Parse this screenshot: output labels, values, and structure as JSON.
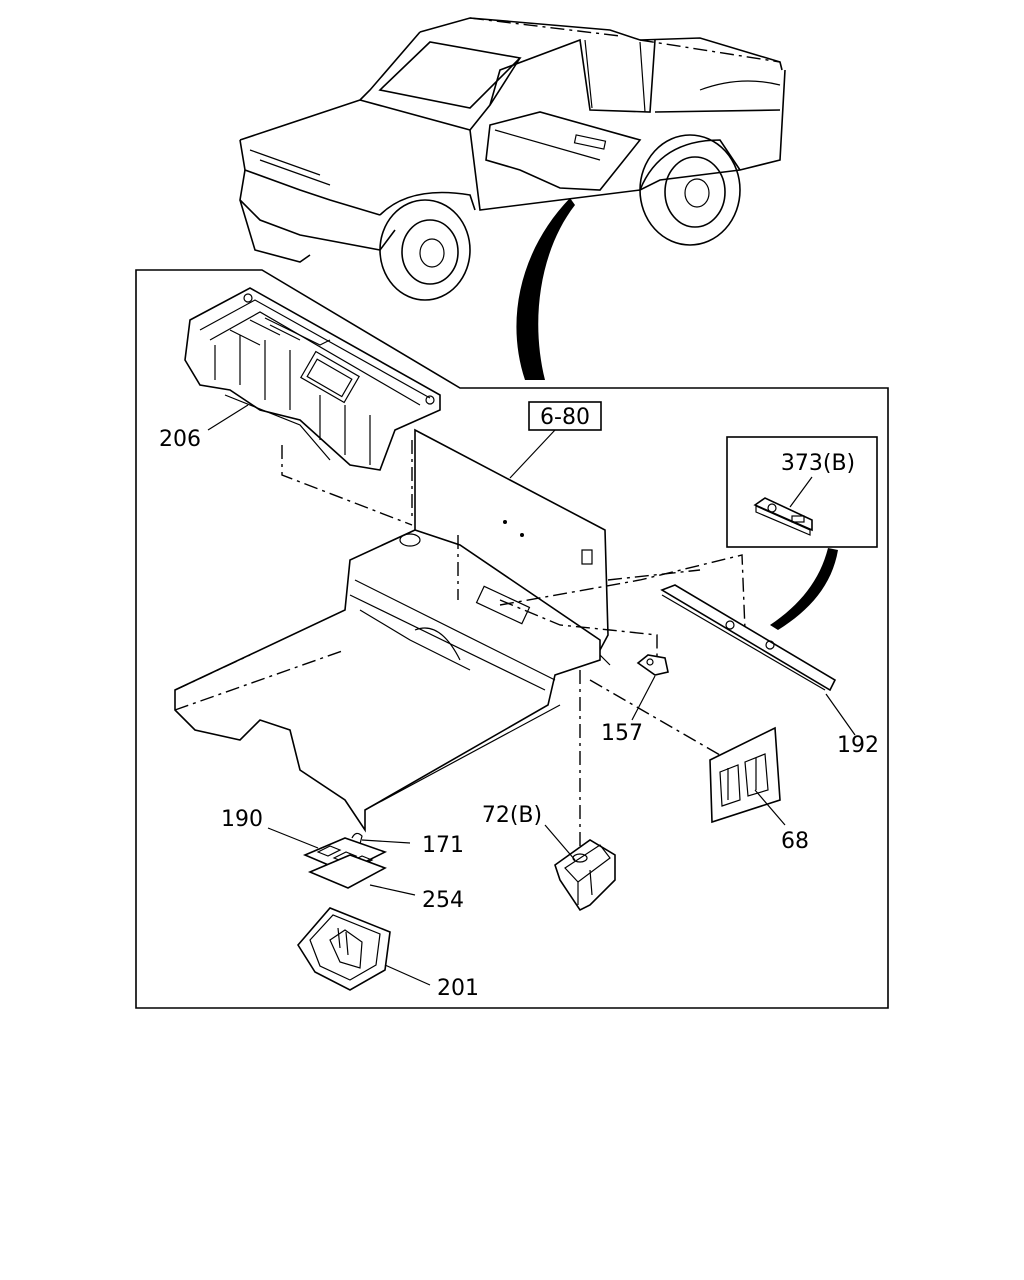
{
  "callouts": {
    "ref_box": "6-80",
    "p206": "206",
    "p373b": "373(B)",
    "p192": "192",
    "p157": "157",
    "p68": "68",
    "p72b": "72(B)",
    "p190": "190",
    "p171": "171",
    "p254": "254",
    "p201": "201"
  }
}
